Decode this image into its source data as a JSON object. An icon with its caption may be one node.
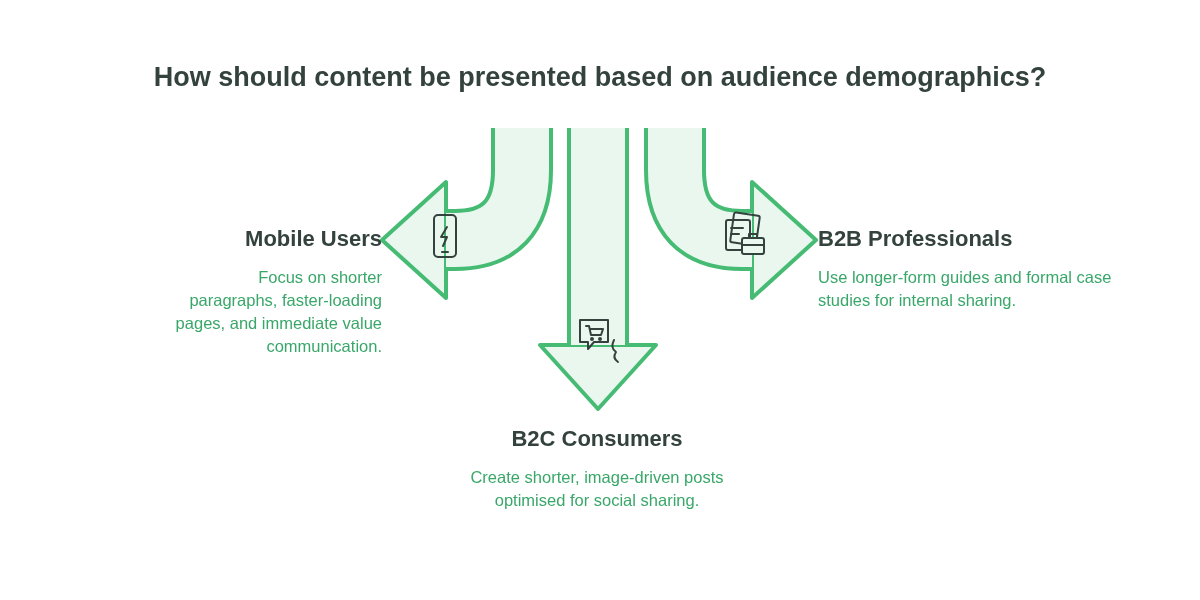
{
  "diagram": {
    "title": "How should content be presented based on audience demographics?",
    "nodes": [
      {
        "text": [
          "Mobile Users",
          "Focus on shorter paragraphs, faster-loading pages, and immediate value communication."
        ]
      },
      {
        "text": [
          "B2C Consumers",
          "Create shorter, image-driven posts optimised for social sharing."
        ]
      },
      {
        "text": [
          "B2B Professionals",
          "Use longer-form guides and formal case studies for internal sharing."
        ]
      }
    ],
    "edges": [
      {
        "from": null,
        "to": 0,
        "arrow": "to"
      },
      {
        "from": null,
        "to": 1,
        "arrow": "to"
      },
      {
        "from": null,
        "to": 2,
        "arrow": "to"
      }
    ]
  }
}
